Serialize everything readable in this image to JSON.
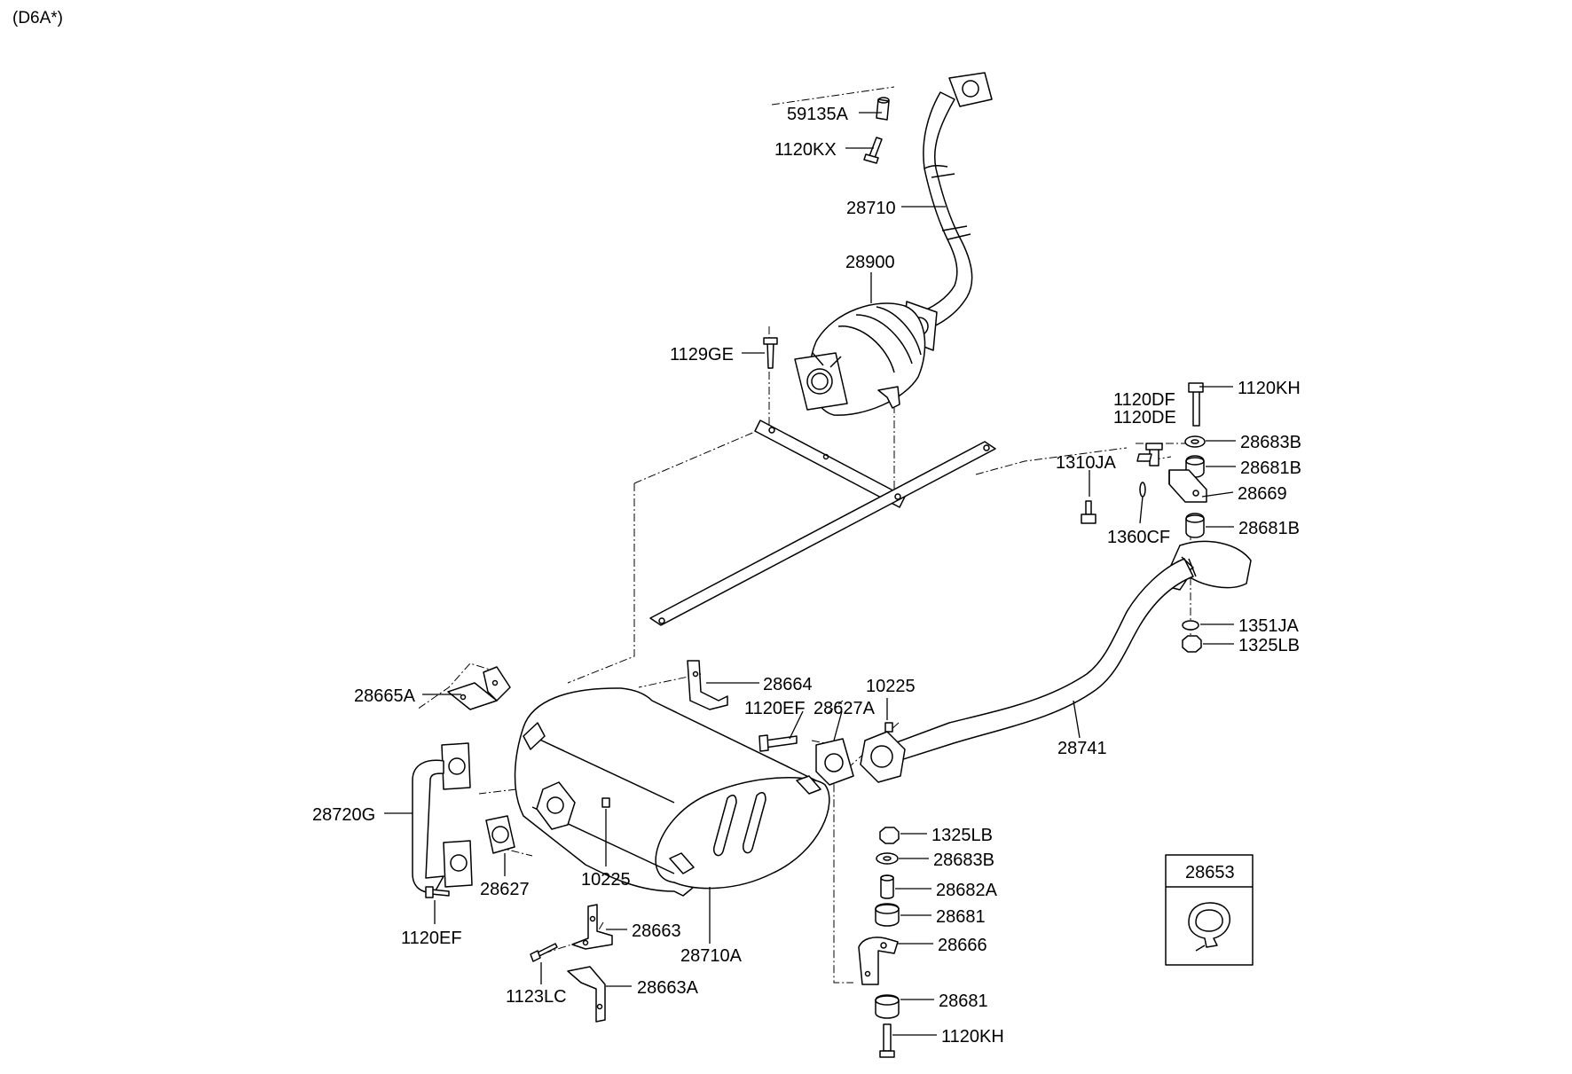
{
  "title": "(D6A*)",
  "labels": {
    "p59135A": "59135A",
    "p1120KX": "1120KX",
    "p28710": "28710",
    "p28900": "28900",
    "p1129GE": "1129GE",
    "p1120DF": "1120DF",
    "p1120DE": "1120DE",
    "p1120KH_top": "1120KH",
    "p28683B_top": "28683B",
    "p1310JA": "1310JA",
    "p28681B_a": "28681B",
    "p28669": "28669",
    "p1360CF": "1360CF",
    "p28681B_b": "28681B",
    "p1351JA": "1351JA",
    "p1325LB_top": "1325LB",
    "p28665A": "28665A",
    "p28664": "28664",
    "p10225_top": "10225",
    "p1120EF_top": "1120EF",
    "p28627A": "28627A",
    "p28741": "28741",
    "p28720G": "28720G",
    "p28627": "28627",
    "p10225_bot": "10225",
    "p1120EF_bot": "1120EF",
    "p28663": "28663",
    "p28710A": "28710A",
    "p1123LC": "1123LC",
    "p28663A": "28663A",
    "p1325LB_bot": "1325LB",
    "p28683B_bot": "28683B",
    "p28682A": "28682A",
    "p28681_a": "28681",
    "p28666": "28666",
    "p28681_b": "28681",
    "p1120KH_bot": "1120KH",
    "p28653": "28653"
  }
}
